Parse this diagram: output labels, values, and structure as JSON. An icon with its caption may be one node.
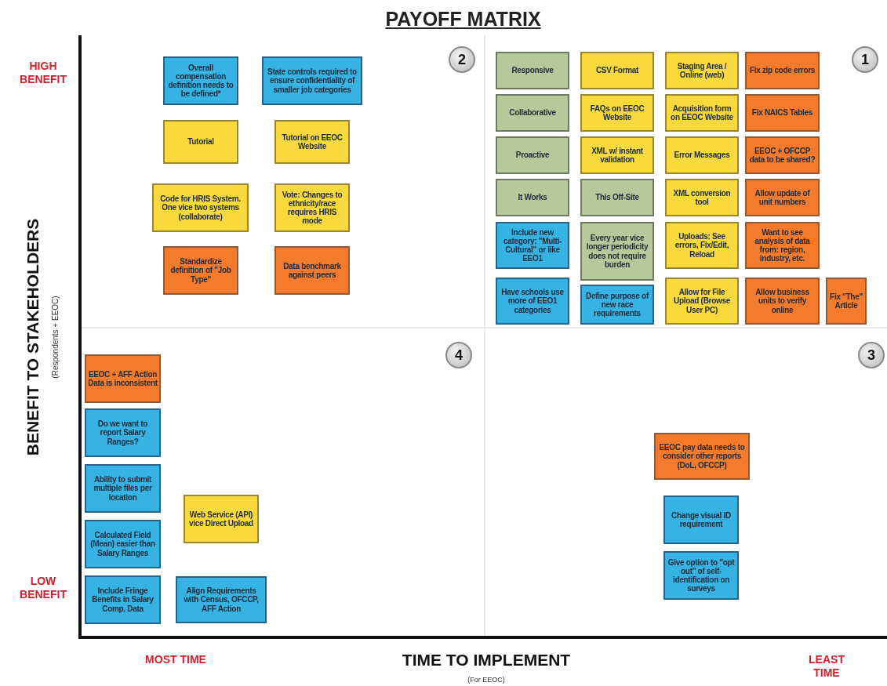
{
  "diagram": {
    "title": "PAYOFF MATRIX",
    "nodes": [
      {
        "text": [
          "2"
        ]
      },
      {
        "text": [
          "Overall compensation definition needs to be defined*"
        ]
      },
      {
        "text": [
          "State controls required to ensure confidentiality of smaller job categories"
        ]
      },
      {
        "text": [
          "Tutorial"
        ]
      },
      {
        "text": [
          "Tutorial on EEOC Website"
        ]
      },
      {
        "text": [
          "Code for HRIS System.  One vice two systems (collaborate)"
        ]
      },
      {
        "text": [
          "Vote: Changes to ethnicity/race requires HRIS mode"
        ]
      },
      {
        "text": [
          "Standardize definition of \"Job Type\""
        ]
      },
      {
        "text": [
          "Data benchmark against peers"
        ]
      },
      {
        "text": [
          "1"
        ]
      },
      {
        "text": [
          "Responsive"
        ]
      },
      {
        "text": [
          "CSV Format"
        ]
      },
      {
        "text": [
          "Staging Area / Online (web)"
        ]
      },
      {
        "text": [
          "Fix zip code errors"
        ]
      },
      {
        "text": [
          "Collaborative"
        ]
      },
      {
        "text": [
          "FAQs on EEOC Website"
        ]
      },
      {
        "text": [
          "Acquisition form on EEOC Website"
        ]
      },
      {
        "text": [
          "Fix NAICS Tables"
        ]
      },
      {
        "text": [
          "Proactive"
        ]
      },
      {
        "text": [
          "XML w/ instant validation"
        ]
      },
      {
        "text": [
          "Error Messages"
        ]
      },
      {
        "text": [
          "EEOC + OFCCP data to be shared?"
        ]
      },
      {
        "text": [
          "It Works"
        ]
      },
      {
        "text": [
          "This Off-Site"
        ]
      },
      {
        "text": [
          "XML conversion tool"
        ]
      },
      {
        "text": [
          "Allow update of unit numbers"
        ]
      },
      {
        "text": [
          "Include new category: \"Multi-Cultural\" or like EEO1"
        ]
      },
      {
        "text": [
          "Every year vice longer periodicity does not require burden"
        ]
      },
      {
        "text": [
          "Uploads: See errors, Fix/Edit, Reload"
        ]
      },
      {
        "text": [
          "Want to see analysis of data from: region, industry, etc."
        ]
      },
      {
        "text": [
          "Have schools use more of EEO1 categories"
        ]
      },
      {
        "text": [
          "Define purpose of new race requirements"
        ]
      },
      {
        "text": [
          "Allow for File Upload (Browse User PC)"
        ]
      },
      {
        "text": [
          "Allow business units to verify online"
        ]
      },
      {
        "text": [
          "Fix \"The\" Article"
        ]
      },
      {
        "text": [
          "4"
        ]
      },
      {
        "text": [
          "EEOC + AFF Action Data is inconsistent"
        ]
      },
      {
        "text": [
          "Do we want to report Salary Ranges?"
        ]
      },
      {
        "text": [
          "Ability to submit multiple files per location"
        ]
      },
      {
        "text": [
          "Web Service (API) vice Direct Upload"
        ]
      },
      {
        "text": [
          "Calculated Field (Mean) easier than Salary Ranges"
        ]
      },
      {
        "text": [
          "Include Fringe Benefits in Salary Comp. Data"
        ]
      },
      {
        "text": [
          "Align Requirements with Census, OFCCP, AFF Action"
        ]
      },
      {
        "text": [
          "3"
        ]
      },
      {
        "text": [
          "EEOC pay data needs to consider other reports (DoL, OFCCP)"
        ]
      },
      {
        "text": [
          "Change visual ID requirement"
        ]
      },
      {
        "text": [
          "Give option to \"opt out\" of self-identification on surveys"
        ]
      }
    ],
    "labels": [
      "HIGH BENEFIT",
      "BENEFIT TO STAKEHOLDERS",
      "(Respondents + EEOC)",
      "LOW BENEFIT",
      "MOST TIME",
      "TIME TO IMPLEMENT",
      "(For EEOC)",
      "LEAST TIME"
    ]
  }
}
